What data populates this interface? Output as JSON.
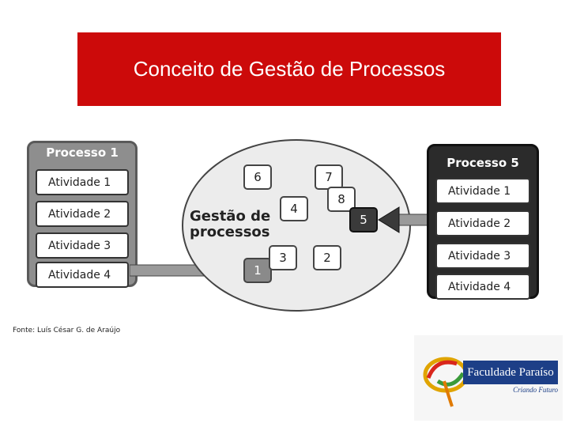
{
  "title": "Conceito de Gestão de Processos",
  "diagram": {
    "left_process": {
      "title": "Processo 1",
      "activities": [
        "Atividade 1",
        "Atividade 2",
        "Atividade 3",
        "Atividade 4"
      ]
    },
    "right_process": {
      "title": "Processo 5",
      "activities": [
        "Atividade 1",
        "Atividade 2",
        "Atividade 3",
        "Atividade 4"
      ]
    },
    "center_label": "Gestão de processos",
    "center_numbers": [
      "6",
      "7",
      "8",
      "4",
      "5",
      "1",
      "3",
      "2"
    ]
  },
  "source": "Fonte: Luís César G. de Araújo",
  "logo": {
    "name": "Faculdade Paraíso",
    "tagline": "Criando Futuro"
  }
}
